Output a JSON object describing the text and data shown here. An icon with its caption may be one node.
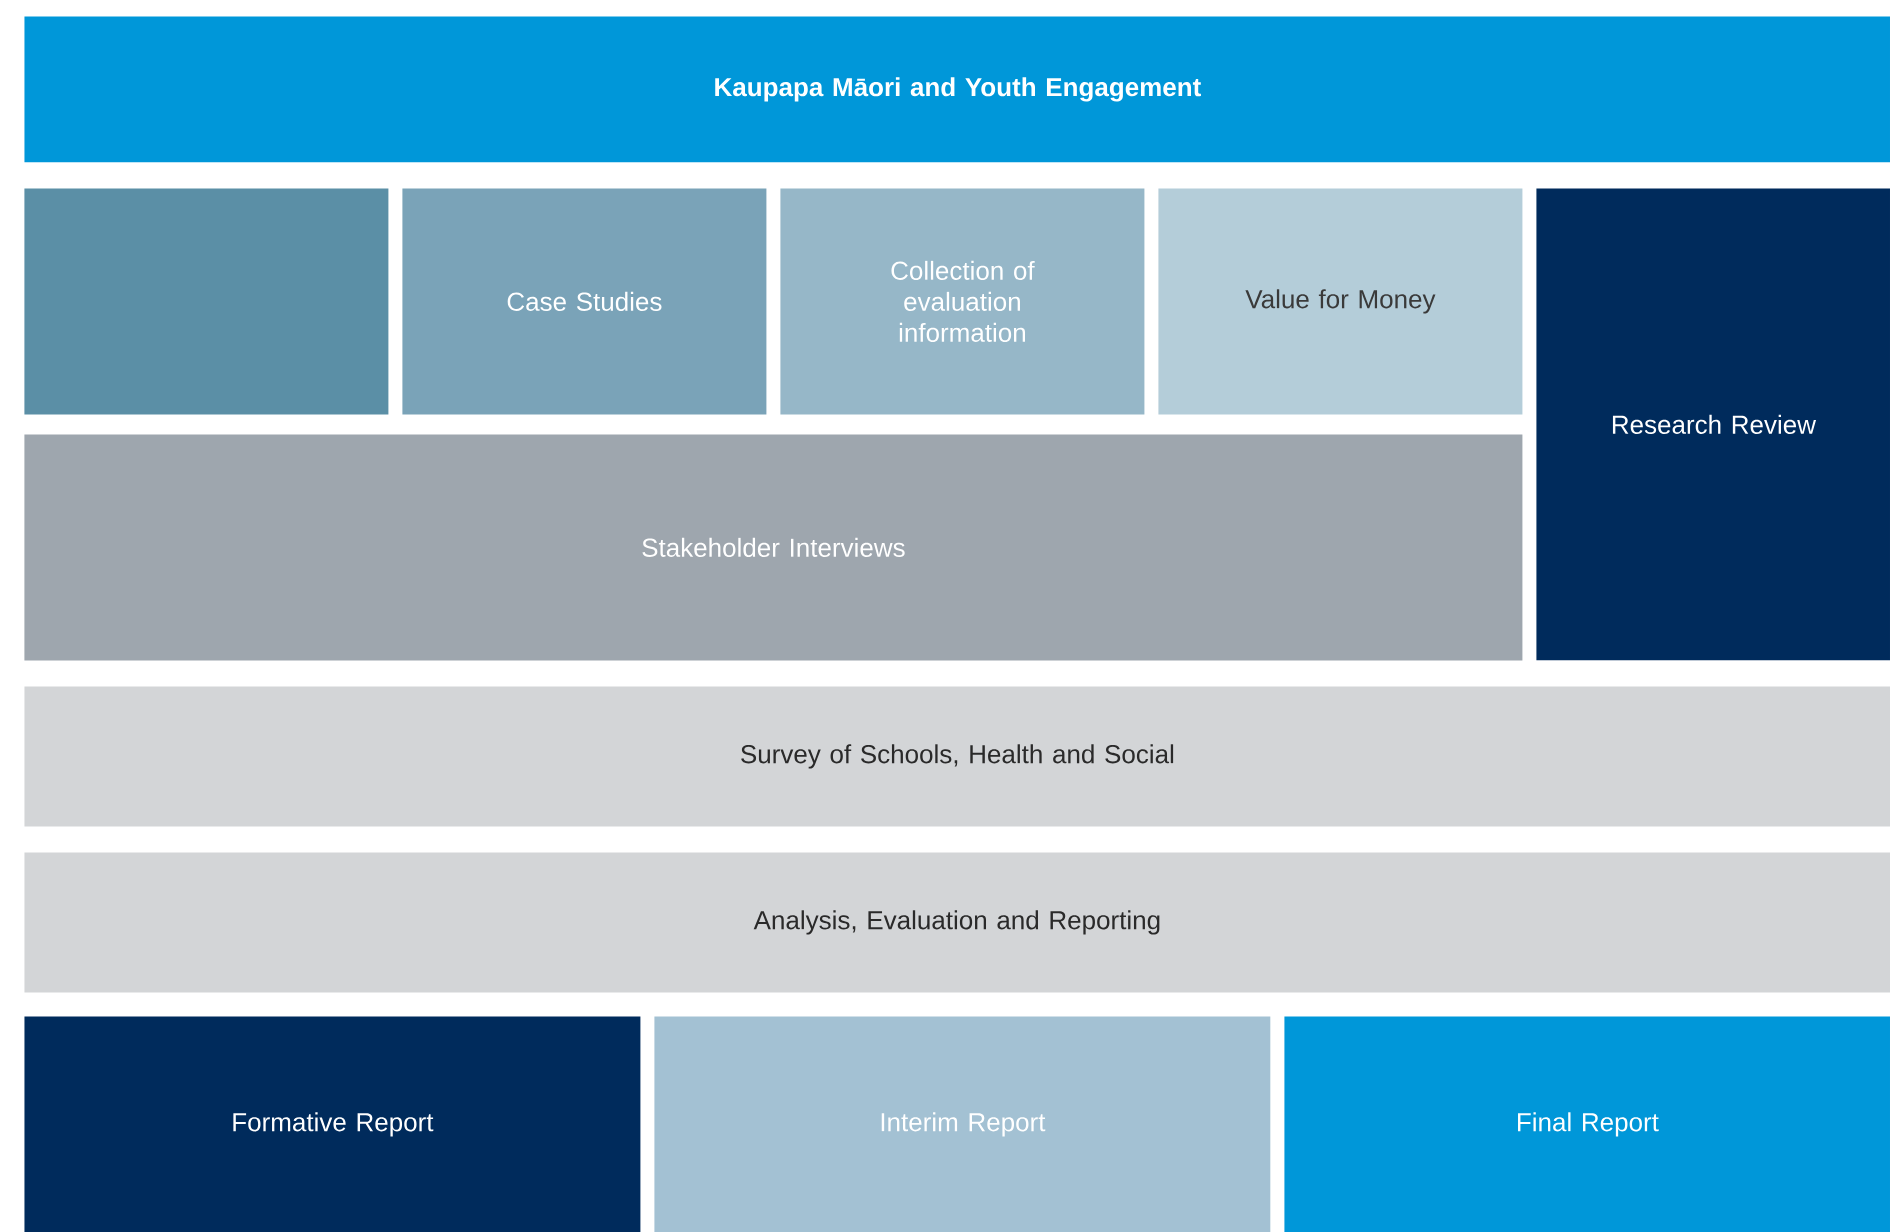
{
  "diagram": {
    "nodes": [
      {
        "text": [
          "Kaupapa Māori and Youth Engagement"
        ]
      },
      {
        "text": [],
        "shape": "box"
      },
      {
        "text": [
          "Case Studies"
        ]
      },
      {
        "text": [
          "Collection of evaluation information"
        ]
      },
      {
        "text": [
          "Value for Money"
        ]
      },
      {
        "text": [
          "Research Review"
        ]
      },
      {
        "text": [
          "Stakeholder Interviews"
        ]
      },
      {
        "text": [
          "Survey of Schools, Health and Social"
        ]
      },
      {
        "text": [
          "Analysis, Evaluation and Reporting"
        ]
      },
      {
        "text": [
          "Formative Report"
        ]
      },
      {
        "text": [
          "Interim Report"
        ]
      },
      {
        "text": [
          "Final Report"
        ]
      }
    ]
  }
}
